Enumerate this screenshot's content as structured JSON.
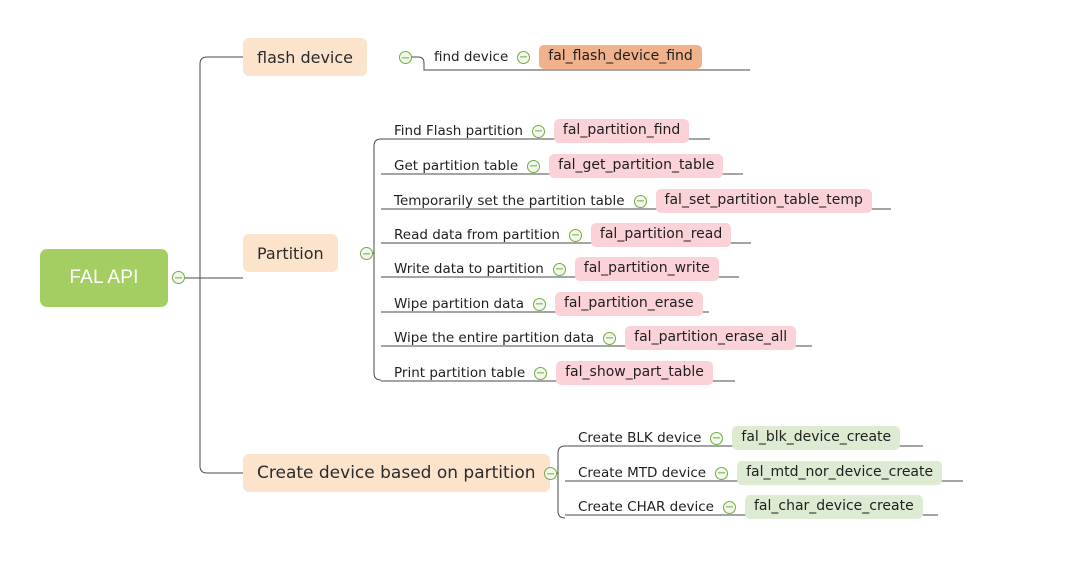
{
  "diagram": {
    "type": "mindmap",
    "title": "FAL API",
    "root": {
      "label": "FAL API",
      "color": "#a4ce62",
      "text_color": "#ffffff"
    },
    "toggle_icon": "collapse-minus-icon",
    "branch_color": "#fbe3cc",
    "branches": [
      {
        "id": "flash-device",
        "label": "flash device",
        "badge_color": "#f0b18b",
        "children": [
          {
            "label": "find device",
            "api": "fal_flash_device_find"
          }
        ]
      },
      {
        "id": "partition",
        "label": "Partition",
        "badge_color": "#fbd2d8",
        "children": [
          {
            "label": "Find Flash partition",
            "api": "fal_partition_find"
          },
          {
            "label": "Get partition table",
            "api": "fal_get_partition_table"
          },
          {
            "label": "Temporarily set the partition table",
            "api": "fal_set_partition_table_temp"
          },
          {
            "label": "Read data from partition",
            "api": "fal_partition_read"
          },
          {
            "label": "Write data to partition",
            "api": "fal_partition_write"
          },
          {
            "label": "Wipe partition data",
            "api": "fal_partition_erase"
          },
          {
            "label": "Wipe the entire partition data",
            "api": "fal_partition_erase_all"
          },
          {
            "label": "Print partition table",
            "api": "fal_show_part_table"
          }
        ]
      },
      {
        "id": "create-device",
        "label": "Create device based on partition",
        "badge_color": "#dcebd2",
        "children": [
          {
            "label": "Create BLK device",
            "api": "fal_blk_device_create"
          },
          {
            "label": "Create MTD device",
            "api": "fal_mtd_nor_device_create"
          },
          {
            "label": "Create CHAR device",
            "api": "fal_char_device_create"
          }
        ]
      }
    ]
  }
}
